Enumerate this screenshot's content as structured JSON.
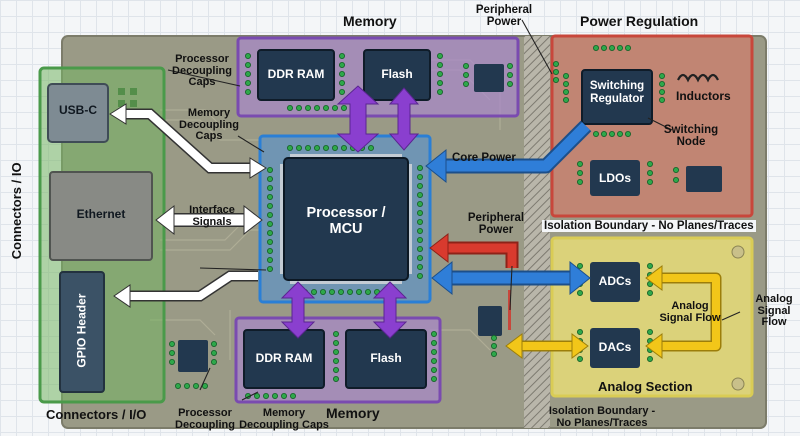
{
  "regions": {
    "memory_top": "Memory",
    "peripheral_power_top": "Peripheral\nPower",
    "power_regulation": "Power Regulation",
    "connectors_side": "Connectors / IO",
    "connectors_bottom": "Connectors / I/O",
    "memory_bottom": "Memory",
    "analog_section": "Analog Section"
  },
  "components": {
    "usbc": "USB-C",
    "ethernet": "Ethernet",
    "gpio": "GPIO Header",
    "ddr_top": "DDR RAM",
    "flash_top": "Flash",
    "ddr_bottom": "DDR RAM",
    "flash_bottom": "Flash",
    "processor": "Processor /\nMCU",
    "switching_regulator": "Switching\nRegulator",
    "inductors": "Inductors",
    "ldos": "LDOs",
    "adcs": "ADCs",
    "dacs": "DACs"
  },
  "annotations": {
    "proc_decoupling_top": "Processor\nDecoupling\nCaps",
    "mem_decoupling_top": "Memory\nDecoupling\nCaps",
    "interface_signals": "Interface\nSignals",
    "core_power": "Core Power",
    "peripheral_power_mid": "Peripheral\nPower",
    "switching_node": "Switching\nNode",
    "isolation_top": "Isolation Boundary - No Planes/Traces",
    "analog_flow_inner": "Analog\nSignal Flow",
    "analog_flow_outer": "Analog\nSignal\nFlow",
    "proc_decoupling_bottom": "Processor\nDecoupling",
    "mem_decoupling_bottom": "Memory\nDecoupling Caps",
    "isolation_bottom": "Isolation Boundary -\nNo Planes/Traces"
  },
  "colors": {
    "board": "#9a9a86",
    "memory": "#7a4bb0",
    "power": "#c8473b",
    "analog": "#d9cc55",
    "connectors": "#4a9a4a",
    "chip": "#22384f",
    "processor_zone": "#2a7fd6",
    "pad": "#2ea84a",
    "arrow_blue": "#2f7ed8",
    "arrow_red": "#d93a2e",
    "arrow_yellow": "#f2c619",
    "arrow_purple": "#8a3fcf"
  }
}
